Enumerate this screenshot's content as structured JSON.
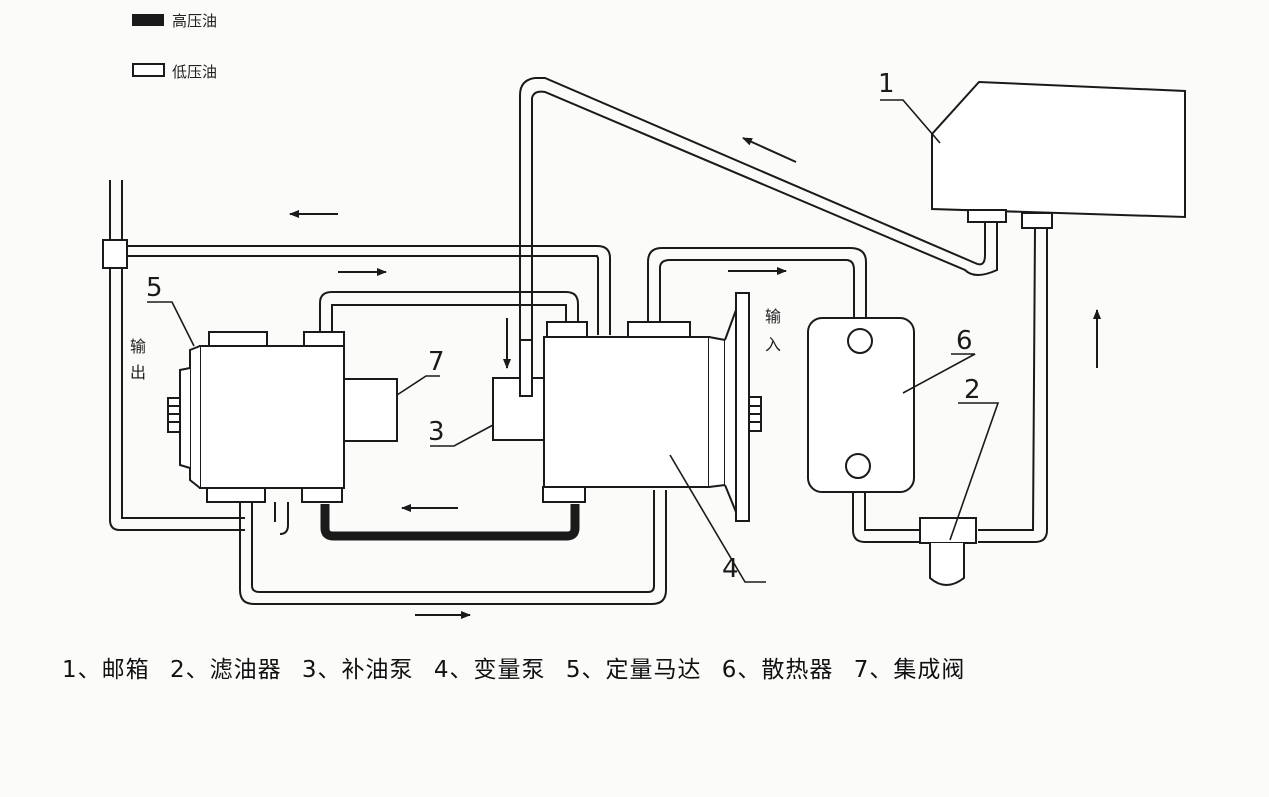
{
  "legend": {
    "high_pressure": "高压油",
    "low_pressure": "低压油",
    "high_color": "#1a1a1a",
    "low_color": "#ffffff"
  },
  "labels": {
    "output_text": [
      "输",
      "出"
    ],
    "input_text": [
      "输",
      "入"
    ],
    "n1": "1",
    "n2": "2",
    "n3": "3",
    "n4": "4",
    "n5": "5",
    "n6": "6",
    "n7": "7"
  },
  "caption": [
    {
      "num": "1、",
      "name": "邮箱"
    },
    {
      "num": "2、",
      "name": "滤油器"
    },
    {
      "num": "3、",
      "name": "补油泵"
    },
    {
      "num": "4、",
      "name": "变量泵"
    },
    {
      "num": "5、",
      "name": "定量马达"
    },
    {
      "num": "6、",
      "name": "散热器"
    },
    {
      "num": "7、",
      "name": "集成阀"
    }
  ],
  "components": [
    {
      "id": 1,
      "name": "邮箱",
      "role": "oil-tank"
    },
    {
      "id": 2,
      "name": "滤油器",
      "role": "oil-filter"
    },
    {
      "id": 3,
      "name": "补油泵",
      "role": "charge-pump"
    },
    {
      "id": 4,
      "name": "变量泵",
      "role": "variable-pump"
    },
    {
      "id": 5,
      "name": "定量马达",
      "role": "fixed-motor"
    },
    {
      "id": 6,
      "name": "散热器",
      "role": "radiator"
    },
    {
      "id": 7,
      "name": "集成阀",
      "role": "integrated-valve"
    }
  ]
}
